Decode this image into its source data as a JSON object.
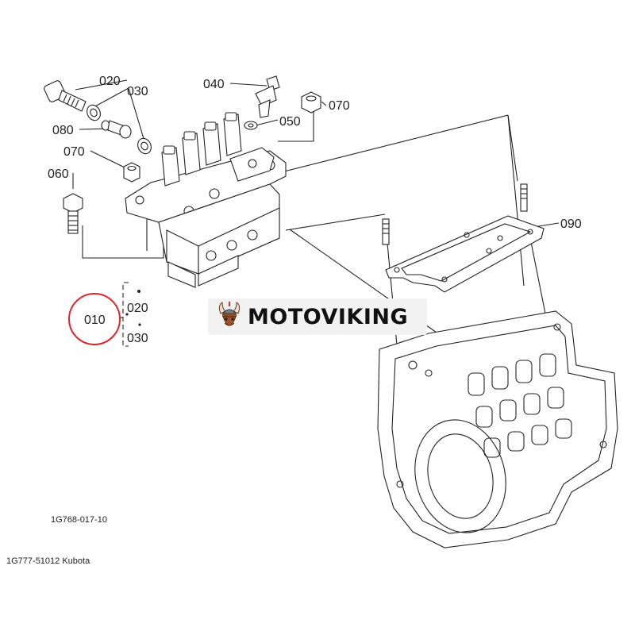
{
  "diagram": {
    "callouts": {
      "c020_top": "020",
      "c030_top": "030",
      "c040": "040",
      "c070_right": "070",
      "c050": "050",
      "c080": "080",
      "c070_left": "070",
      "c060": "060",
      "c090": "090",
      "c010": "010",
      "c020_bracket": "020",
      "c030_bracket": "030"
    },
    "drawing_code": "1G768-017-10",
    "part_caption": "1G777-51012 Kubota",
    "highlight_color": "#d9272e"
  },
  "watermark": {
    "brand": "MOTOVIKING"
  }
}
